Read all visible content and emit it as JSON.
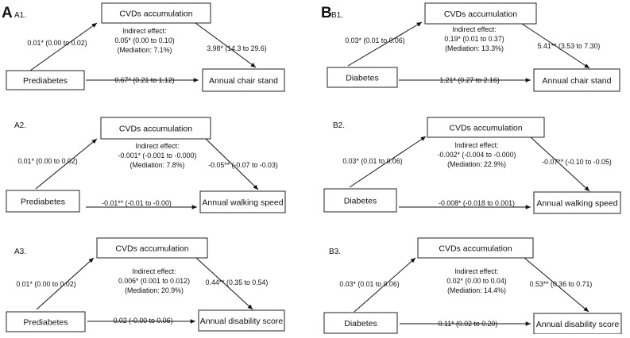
{
  "panels": [
    {
      "letter": "A",
      "rows": [
        {
          "label": "A1.",
          "mediator": "CVDs accumulation",
          "exposure": "Prediabetes",
          "outcome": "Annual chair stand",
          "path_a": "0.01* (0.00 to 0.02)",
          "path_b": "3.98* (14.3 to 29.6)",
          "path_c": "0.67* (0.21 to 1.12)",
          "indirect": [
            "Indirect effect:",
            "0.05* (0.00 to 0.10)",
            "(Mediation: 7.1%)"
          ]
        },
        {
          "label": "A2.",
          "mediator": "CVDs accumulation",
          "exposure": "Prediabetes",
          "outcome": "Annual walking speed",
          "path_a": "0.01* (0.00 to 0.02)",
          "path_b": "-0.05** (-0.07 to -0.03)",
          "path_c": "-0.01** (-0.01 to -0.00)",
          "indirect": [
            "Indirect effect:",
            "-0.001* (-0.001 to -0.000)",
            "(Mediation: 7.8%)"
          ]
        },
        {
          "label": "A3.",
          "mediator": "CVDs accumulation",
          "exposure": "Prediabetes",
          "outcome": "Annual disability score",
          "path_a": "0.01* (0.00 to 0.02)",
          "path_b": "0.44** (0.35 to 0.54)",
          "path_c": "0.02 (-0.00 to 0.06)",
          "indirect": [
            "Indirect effect:",
            "0.006* (0.001 to 0.012)",
            "(Mediation: 20.9%)"
          ]
        }
      ]
    },
    {
      "letter": "B",
      "rows": [
        {
          "label": "B1.",
          "mediator": "CVDs accumulation",
          "exposure": "Diabetes",
          "outcome": "Annual chair stand",
          "path_a": "0.03* (0.01 to 0.06)",
          "path_b": "5.41** (3.53 to 7.30)",
          "path_c": "1.21* (0.27 to 2.16)",
          "indirect": [
            "Indirect effect:",
            "0.19* (0.01 to 0.37)",
            "(Mediation: 13.3%)"
          ]
        },
        {
          "label": "B2.",
          "mediator": "CVDs accumulation",
          "exposure": "Diabetes",
          "outcome": "Annual walking speed",
          "path_a": "0.03* (0.01 to 0.06)",
          "path_b": "-0.07** (-0.10 to -0.05)",
          "path_c": "-0.008* (-0.018 to 0.001)",
          "indirect": [
            "Indirect effect:",
            "-0.002* (-0.004 to -0.000)",
            "(Mediation: 22.9%)"
          ]
        },
        {
          "label": "B3.",
          "mediator": "CVDs accumulation",
          "exposure": "Diabetes",
          "outcome": "Annual disability score",
          "path_a": "0.03* (0.01 to 0.06)",
          "path_b": "0.53** (0.36 to 0.71)",
          "path_c": "0.11* (0.02 to 0.20)",
          "indirect": [
            "Indirect effect:",
            "0.02* (0.00 to 0.04)",
            "(Mediation: 14.4%)"
          ]
        }
      ]
    }
  ]
}
